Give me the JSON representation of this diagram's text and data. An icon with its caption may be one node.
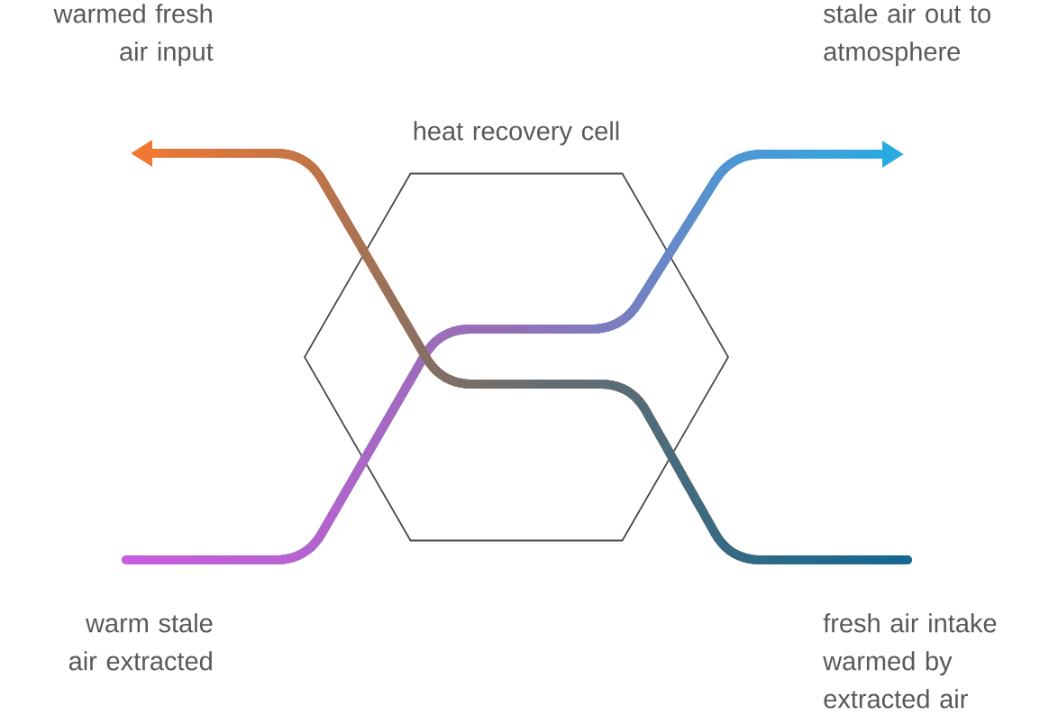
{
  "diagram": {
    "nodes": [
      {
        "text": [
          "warmed fresh air input"
        ]
      },
      {
        "text": [
          "stale air out to atmosphere"
        ]
      },
      {
        "text": [
          "heat recovery cell"
        ]
      }
    ],
    "edges": [
      {
        "from": null,
        "to": 1,
        "arrow": "to",
        "color": "#29abe2"
      },
      {
        "from": null,
        "to": 0,
        "arrow": "to",
        "color": "#f07832"
      }
    ],
    "labels": [
      "warm stale air extracted",
      "fresh air intake warmed by extracted air"
    ]
  }
}
